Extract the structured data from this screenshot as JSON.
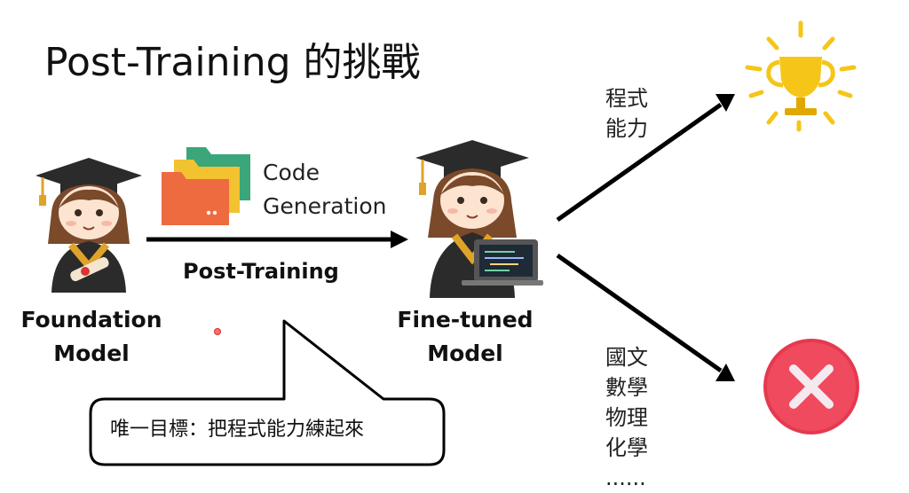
{
  "title": "Post-Training 的挑戰",
  "task": {
    "line1": "Code",
    "line2": "Generation"
  },
  "process_label": "Post-Training",
  "foundation": {
    "line1": "Foundation",
    "line2": "Model"
  },
  "finetuned": {
    "line1": "Fine-tuned",
    "line2": "Model"
  },
  "outcome_good": {
    "line1": "程式",
    "line2": "能力"
  },
  "outcome_bad": {
    "line1": "國文",
    "line2": "數學",
    "line3": "物理",
    "line4": "化學",
    "line5": "......"
  },
  "callout": "唯一目標：把程式能力練起來",
  "icons": {
    "success": "trophy-icon",
    "failure": "x-circle-icon",
    "task": "folder-stack-icon"
  },
  "colors": {
    "arrow": "#000000",
    "trophy": "#f5c518",
    "fail": "#e53950",
    "gown": "#2b2b2b"
  }
}
